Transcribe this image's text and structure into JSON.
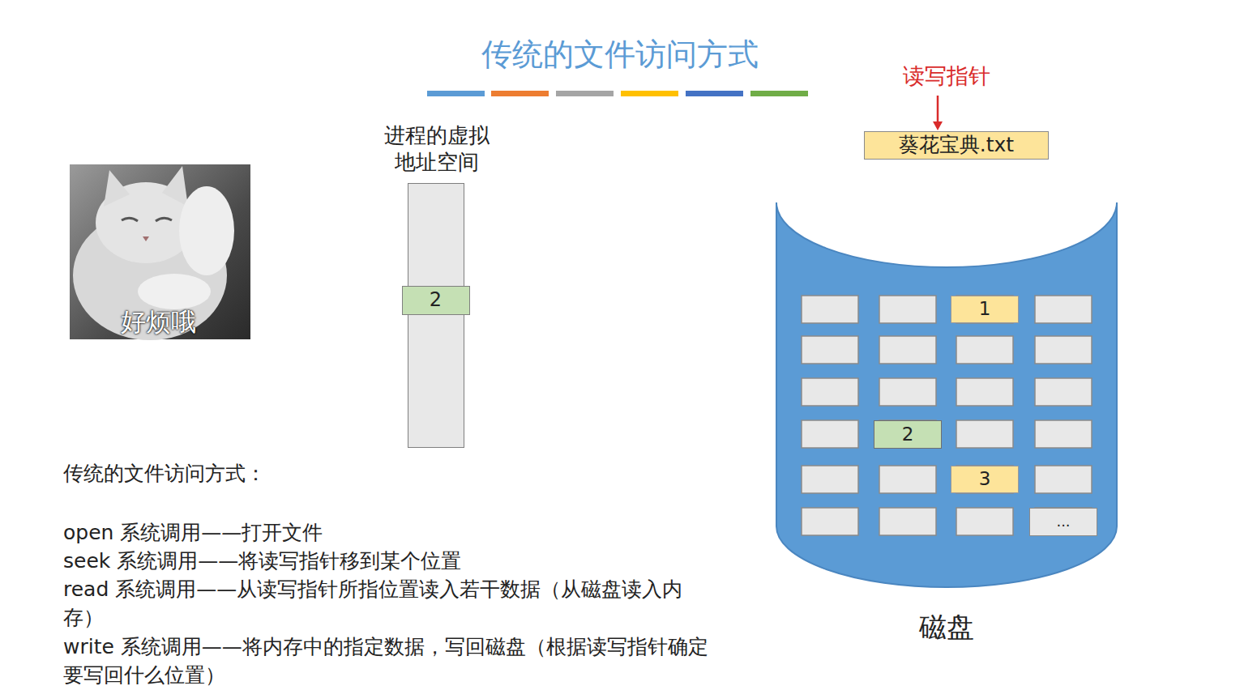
{
  "diagram": {
    "title": "传统的文件访问方式",
    "nodes": [
      {
        "text": [
          "进程的虚拟 地址空间"
        ]
      },
      {
        "text": [
          "2"
        ],
        "in": 0
      },
      {
        "text": [
          "葵花宝典.txt"
        ]
      },
      {
        "text": [
          "磁盘"
        ]
      },
      {
        "text": [
          "1"
        ],
        "in": 3
      },
      {
        "text": [
          "2"
        ],
        "in": 3
      },
      {
        "text": [
          "3"
        ],
        "in": 3
      },
      {
        "text": [
          "..."
        ],
        "in": 3
      }
    ],
    "labels": [
      "读写指针",
      "好烦哦",
      "传统的文件访问方式：",
      "open 系统调用——打开文件",
      "seek 系统调用——将读写指针移到某个位置",
      "read 系统调用——从读写指针所指位置读入若干数据（从磁盘读入内存）",
      "write 系统调用——将内存中的指定数据，写回磁盘（根据读写指针确定要写回什么位置）"
    ]
  }
}
